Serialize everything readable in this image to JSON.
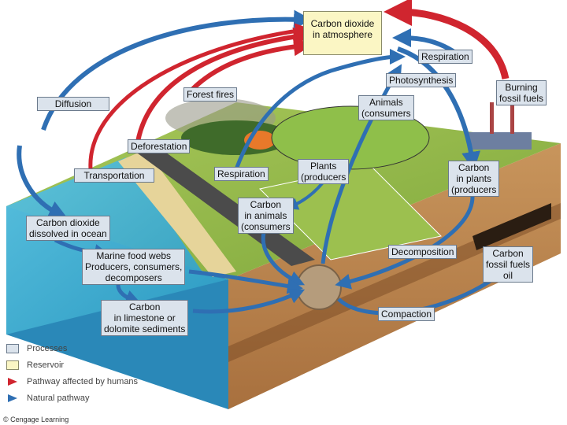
{
  "labels": {
    "co2_atmosphere": "Carbon dioxide\nin atmosphere",
    "respiration_top": "Respiration",
    "photosynthesis": "Photosynthesis",
    "burning": "Burning\nfossil fuels",
    "forest_fires": "Forest fires",
    "animals": "Animals\n(consumers",
    "diffusion": "Diffusion",
    "deforestation": "Deforestation",
    "transportation": "Transportation",
    "respiration_mid": "Respiration",
    "plants": "Plants\n(producers",
    "carbon_in_plants": "Carbon\nin plants\n(producers",
    "carbon_in_animals": "Carbon\nin animals\n(consumers",
    "co2_ocean": "Carbon dioxide\ndissolved in ocean",
    "marine": "Marine food webs\nProducers, consumers,\ndecomposers",
    "decomposition": "Decomposition",
    "fossil_fuels": "Carbon\nfossil fuels\noil",
    "limestone": "Carbon\nin limestone or\ndolomite sediments",
    "compaction": "Compaction"
  },
  "legend": [
    {
      "label": "Processes",
      "swatch": "#dbe3ec",
      "kind": "box"
    },
    {
      "label": "Reservoir",
      "swatch": "#fbf6c4",
      "kind": "box"
    },
    {
      "label": "Pathway affected by humans",
      "swatch": "#d0252f",
      "kind": "arrow"
    },
    {
      "label": "Natural pathway",
      "swatch": "#2f6fb3",
      "kind": "arrow"
    }
  ],
  "credit": "© Cengage Learning",
  "colors": {
    "human_arrow": "#d0252f",
    "natural_arrow": "#2f6fb3",
    "process_fill": "#dbe3ec",
    "reservoir_fill": "#fbf6c4"
  }
}
